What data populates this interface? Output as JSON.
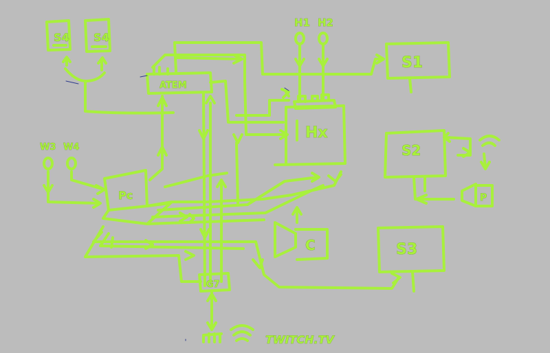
{
  "labels": {
    "s4_left": "S4",
    "s4_right": "S4",
    "atem": "ATEM",
    "h1": "H1",
    "h2": "H2",
    "s1": "S1",
    "hx": "Hx",
    "w3": "W3",
    "w4": "W4",
    "pc": "Pc",
    "s2": "S2",
    "p": "P",
    "c": "C",
    "s3": "S3",
    "g7": "G7",
    "twitch": "TWITCH.TV"
  },
  "colors": {
    "background": "#bcbcbc",
    "stroke": "#a8f03c",
    "ink": "#2d3a8c"
  },
  "icons": [
    "wifi-icon",
    "antenna-icon"
  ]
}
